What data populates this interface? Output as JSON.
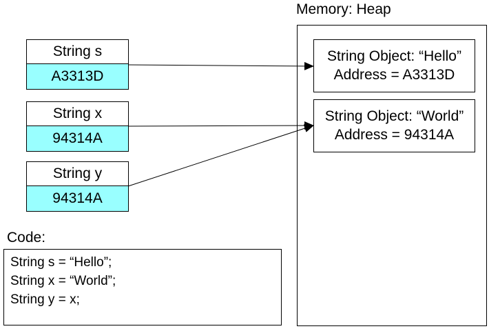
{
  "variables": [
    {
      "name": "String s",
      "value": "A3313D"
    },
    {
      "name": "String x",
      "value": "94314A"
    },
    {
      "name": "String y",
      "value": "94314A"
    }
  ],
  "heap": {
    "label": "Memory: Heap",
    "objects": [
      {
        "line1": "String Object: “Hello”",
        "line2": "Address = A3313D"
      },
      {
        "line1": "String Object: “World”",
        "line2": "Address = 94314A"
      }
    ]
  },
  "code": {
    "label": "Code:",
    "lines": [
      "String s = “Hello”;",
      "String x = “World”;",
      "String y = x;"
    ]
  },
  "colors": {
    "value_fill": "#99ffff",
    "line": "#000000",
    "background": "#ffffff"
  }
}
